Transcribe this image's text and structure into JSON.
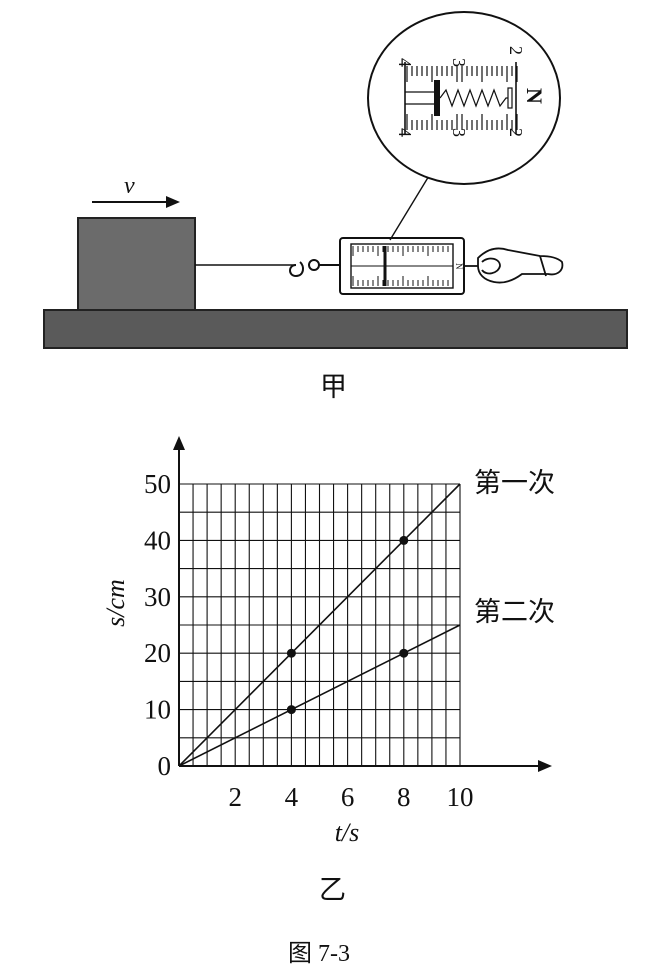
{
  "figure_a": {
    "caption": "甲",
    "velocity_label": "v",
    "dial": {
      "top_ticks": [
        "4",
        "3",
        "2"
      ],
      "bottom_ticks": [
        "4",
        "3",
        "2"
      ],
      "unit": "N"
    },
    "gauge_unit": "N"
  },
  "figure_b": {
    "caption": "乙"
  },
  "figure_caption": "图 7-3",
  "chart_data": {
    "type": "line",
    "xlabel": "t/s",
    "ylabel": "s/cm",
    "xlim": [
      0,
      10
    ],
    "ylim": [
      0,
      50
    ],
    "x_ticks": [
      "2",
      "4",
      "6",
      "8",
      "10"
    ],
    "x_tick_values": [
      2,
      4,
      6,
      8,
      10
    ],
    "y_ticks": [
      "0",
      "10",
      "20",
      "30",
      "40",
      "50"
    ],
    "y_tick_values": [
      0,
      10,
      20,
      30,
      40,
      50
    ],
    "grid": true,
    "series": [
      {
        "name": "第一次",
        "line": [
          [
            0,
            0
          ],
          [
            10,
            50
          ]
        ],
        "points": [
          {
            "x": 4,
            "y": 20
          },
          {
            "x": 8,
            "y": 40
          }
        ]
      },
      {
        "name": "第二次",
        "line": [
          [
            0,
            0
          ],
          [
            10,
            25
          ]
        ],
        "points": [
          {
            "x": 4,
            "y": 10
          },
          {
            "x": 8,
            "y": 20
          }
        ]
      }
    ]
  }
}
